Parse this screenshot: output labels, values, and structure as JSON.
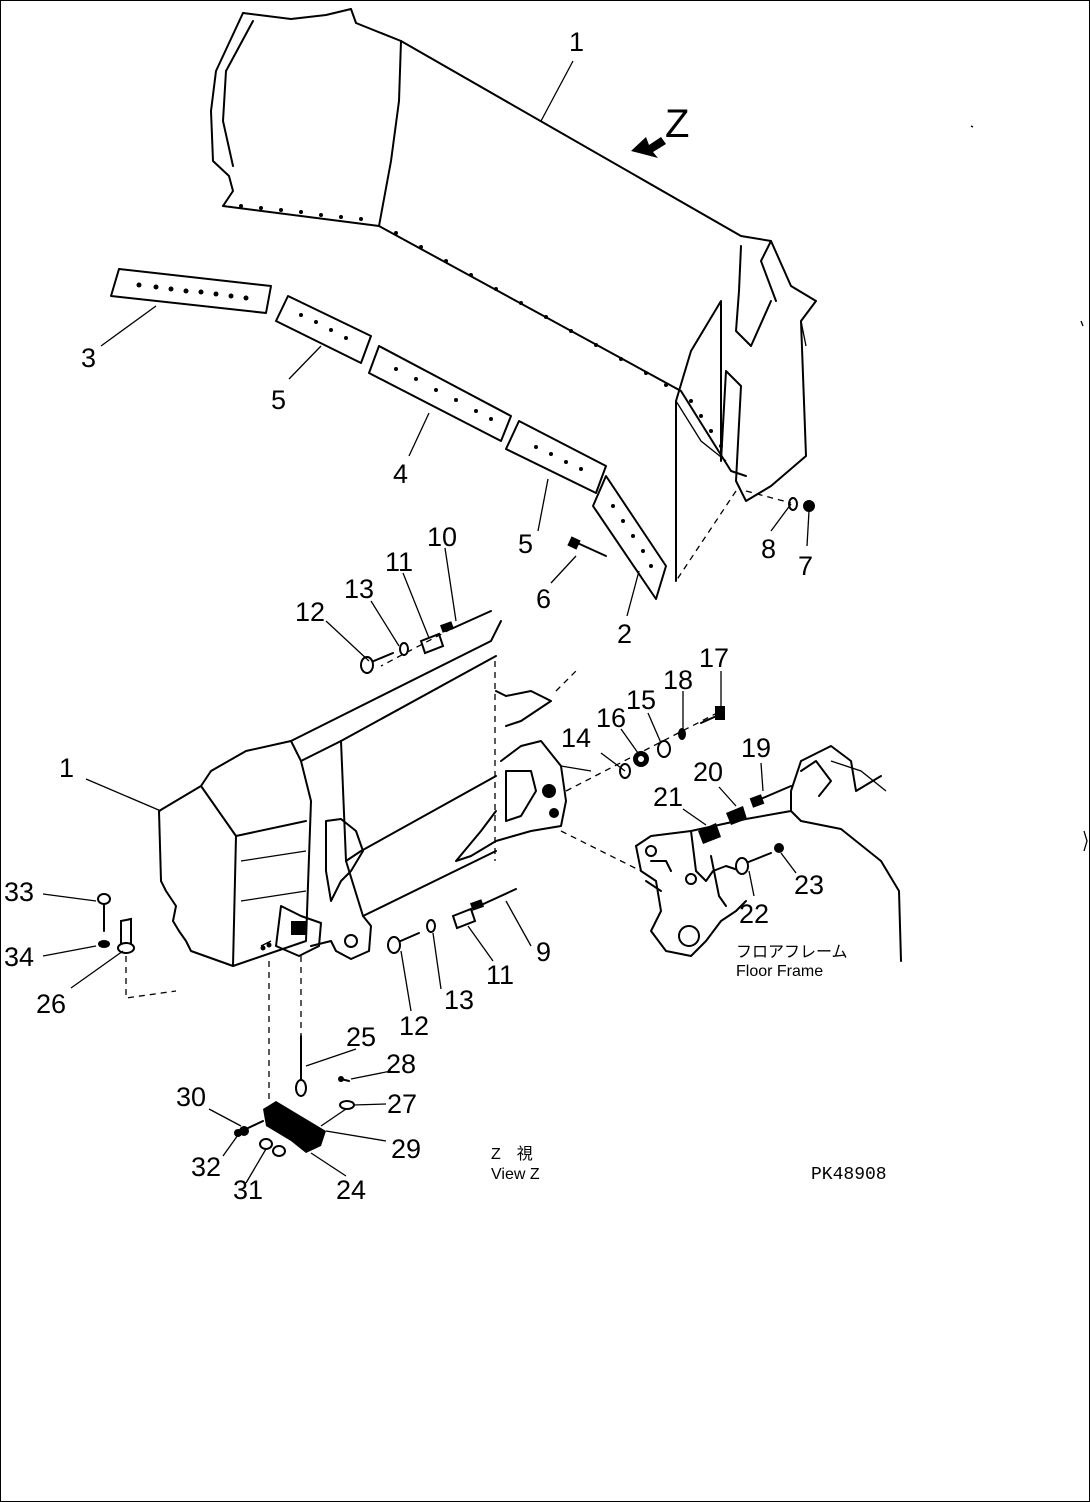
{
  "callouts": {
    "c1_top": "1",
    "c1_left": "1",
    "c2": "2",
    "c3": "3",
    "c4": "4",
    "c5_a": "5",
    "c5_b": "5",
    "c6": "6",
    "c7": "7",
    "c8": "8",
    "c9": "9",
    "c10": "10",
    "c11_a": "11",
    "c11_b": "11",
    "c12_a": "12",
    "c12_b": "12",
    "c13_a": "13",
    "c13_b": "13",
    "c14": "14",
    "c15": "15",
    "c16": "16",
    "c17": "17",
    "c18": "18",
    "c19": "19",
    "c20": "20",
    "c21": "21",
    "c22": "22",
    "c23": "23",
    "c24": "24",
    "c25": "25",
    "c26": "26",
    "c27": "27",
    "c28": "28",
    "c29": "29",
    "c30": "30",
    "c31": "31",
    "c32": "32",
    "c33": "33",
    "c34": "34"
  },
  "view_arrow_label": "Z",
  "floor_frame": {
    "jp": "フロアフレーム",
    "en": "Floor Frame"
  },
  "view_z": {
    "jp": "Z　視",
    "en": "View Z"
  },
  "drawing_code": "PK48908"
}
